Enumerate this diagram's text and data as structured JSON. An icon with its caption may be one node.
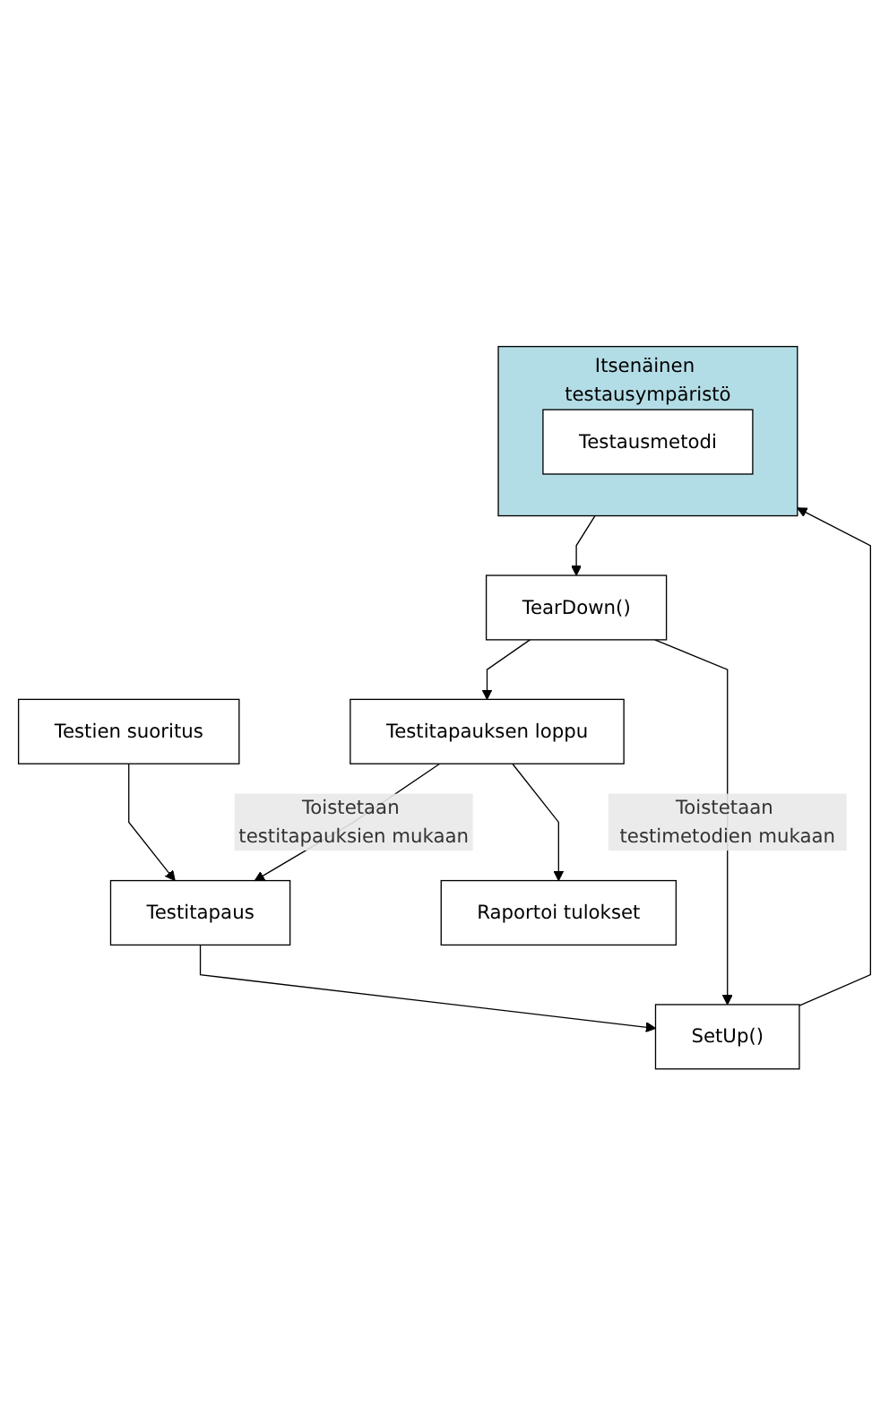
{
  "diagram": {
    "nodes": [
      {
        "text": [
          "Testien suoritus"
        ]
      },
      {
        "text": [
          "Testitapaus"
        ]
      },
      {
        "text": [
          "SetUp()"
        ]
      },
      {
        "text": [
          "Itsenäinen testausympäristö"
        ]
      },
      {
        "text": [
          "Testausmetodi"
        ],
        "in": 3
      },
      {
        "text": [
          "TearDown()"
        ]
      },
      {
        "text": [
          "Testitapauksen loppu"
        ]
      },
      {
        "text": [
          "Raportoi tulokset"
        ]
      }
    ],
    "edges": [
      {
        "from": 0,
        "to": 1,
        "arrow": "to"
      },
      {
        "from": 1,
        "to": 2,
        "arrow": "to"
      },
      {
        "from": 2,
        "to": 3,
        "arrow": "to"
      },
      {
        "from": 3,
        "to": 5,
        "arrow": "to"
      },
      {
        "from": 5,
        "to": 2,
        "arrow": "to",
        "label": "Toistetaan testimetodien mukaan"
      },
      {
        "from": 5,
        "to": 6,
        "arrow": "to"
      },
      {
        "from": 6,
        "to": 1,
        "arrow": "to",
        "label": "Toistetaan testitapauksien mukaan"
      },
      {
        "from": 6,
        "to": 7,
        "arrow": "to"
      }
    ]
  }
}
